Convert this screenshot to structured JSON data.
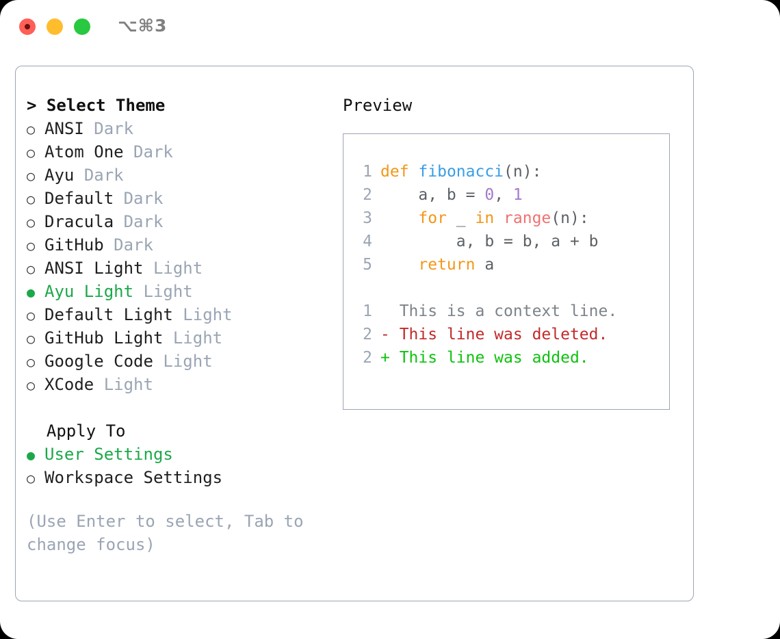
{
  "titlebar": {
    "shortcut": "⌥⌘3",
    "buttons": [
      {
        "name": "close",
        "color": "#ff5f57"
      },
      {
        "name": "minimize",
        "color": "#ffbd2e"
      },
      {
        "name": "maximize",
        "color": "#28c840"
      }
    ]
  },
  "theme_section": {
    "prefix": "> ",
    "title": "Select Theme",
    "items": [
      {
        "bullet": "○",
        "label": "ANSI",
        "tag": "Dark",
        "selected": false
      },
      {
        "bullet": "○",
        "label": "Atom One",
        "tag": "Dark",
        "selected": false
      },
      {
        "bullet": "○",
        "label": "Ayu",
        "tag": "Dark",
        "selected": false
      },
      {
        "bullet": "○",
        "label": "Default",
        "tag": "Dark",
        "selected": false
      },
      {
        "bullet": "○",
        "label": "Dracula",
        "tag": "Dark",
        "selected": false
      },
      {
        "bullet": "○",
        "label": "GitHub",
        "tag": "Dark",
        "selected": false
      },
      {
        "bullet": "○",
        "label": "ANSI Light",
        "tag": "Light",
        "selected": false
      },
      {
        "bullet": "●",
        "label": "Ayu Light",
        "tag": "Light",
        "selected": true
      },
      {
        "bullet": "○",
        "label": "Default Light",
        "tag": "Light",
        "selected": false
      },
      {
        "bullet": "○",
        "label": "GitHub Light",
        "tag": "Light",
        "selected": false
      },
      {
        "bullet": "○",
        "label": "Google Code",
        "tag": "Light",
        "selected": false
      },
      {
        "bullet": "○",
        "label": "XCode",
        "tag": "Light",
        "selected": false
      }
    ]
  },
  "apply_section": {
    "prefix": "  ",
    "title": "Apply To",
    "items": [
      {
        "bullet": "●",
        "label": "User Settings",
        "tag": "",
        "selected": true
      },
      {
        "bullet": "○",
        "label": "Workspace Settings",
        "tag": "",
        "selected": false
      }
    ]
  },
  "hint": "(Use Enter to select, Tab to change focus)",
  "preview": {
    "title": "Preview",
    "code_lines": [
      {
        "no": "1",
        "tokens": [
          {
            "t": "def",
            "c": "kw"
          },
          {
            "t": " ",
            "c": "plain"
          },
          {
            "t": "fibonacci",
            "c": "fn"
          },
          {
            "t": "(n):",
            "c": "plain"
          }
        ]
      },
      {
        "no": "2",
        "tokens": [
          {
            "t": "    a, b = ",
            "c": "plain"
          },
          {
            "t": "0",
            "c": "num"
          },
          {
            "t": ", ",
            "c": "plain"
          },
          {
            "t": "1",
            "c": "num"
          }
        ]
      },
      {
        "no": "3",
        "tokens": [
          {
            "t": "    ",
            "c": "plain"
          },
          {
            "t": "for",
            "c": "kw"
          },
          {
            "t": " _ ",
            "c": "plain"
          },
          {
            "t": "in",
            "c": "kw"
          },
          {
            "t": " ",
            "c": "plain"
          },
          {
            "t": "range",
            "c": "call"
          },
          {
            "t": "(n):",
            "c": "plain"
          }
        ]
      },
      {
        "no": "4",
        "tokens": [
          {
            "t": "        a, b = b, a + b",
            "c": "plain"
          }
        ]
      },
      {
        "no": "5",
        "tokens": [
          {
            "t": "    ",
            "c": "plain"
          },
          {
            "t": "return",
            "c": "kw"
          },
          {
            "t": " a",
            "c": "plain"
          }
        ]
      }
    ],
    "diff_lines": [
      {
        "no": "1",
        "marker": "  ",
        "text": "This is a context line.",
        "kind": "ctx"
      },
      {
        "no": "2",
        "marker": "- ",
        "text": "This line was deleted.",
        "kind": "del"
      },
      {
        "no": "2",
        "marker": "+ ",
        "text": "This line was added.",
        "kind": "add"
      }
    ]
  },
  "colors": {
    "accent_green": "#1ca84a",
    "muted": "#9aa5b4",
    "keyword": "#f29718",
    "function": "#399ee6",
    "number": "#a37acc",
    "call": "#f07171",
    "diff_added": "#0ec20e",
    "diff_deleted": "#c22a2a"
  }
}
